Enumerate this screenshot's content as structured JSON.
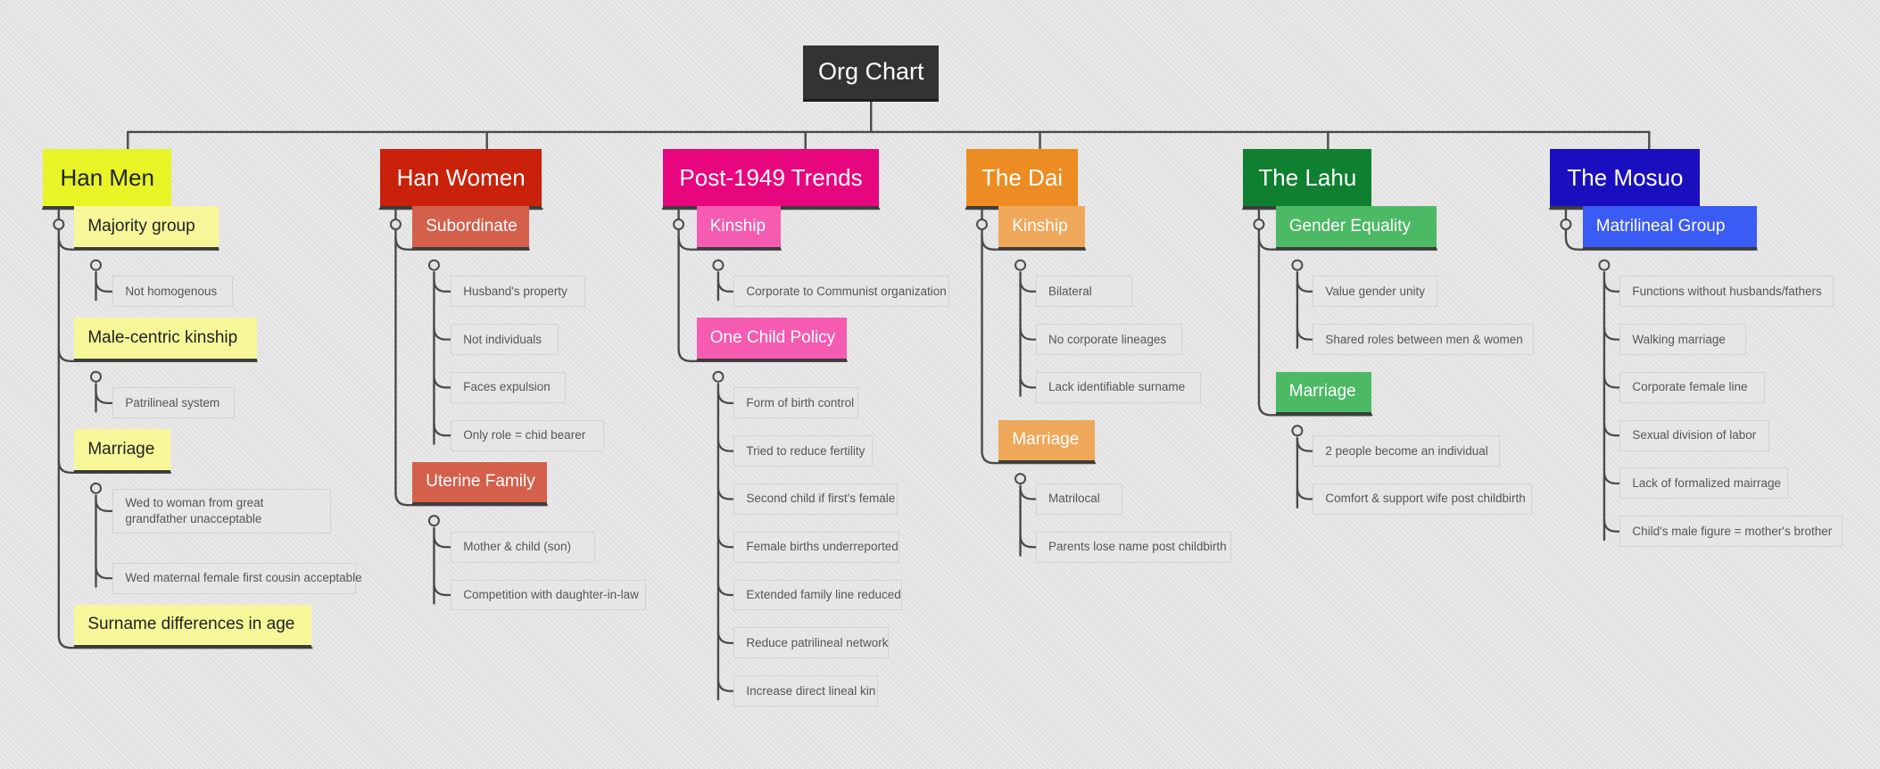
{
  "diagram": {
    "title": "Org Chart",
    "type": "mind-map",
    "background_color": "#e2e2e2",
    "connector_color": "#4a4a4a",
    "root": {
      "label": "Org Chart",
      "color": "#333333",
      "text_color": "#ffffff"
    },
    "branches": [
      {
        "id": "han-men",
        "label": "Han Men",
        "color": "#e8f425",
        "text_color": "#222222",
        "children": [
          {
            "label": "Majority group",
            "color": "#f7f79a",
            "text_color": "#222222",
            "children": [
              {
                "label": "Not homogenous"
              }
            ]
          },
          {
            "label": "Male-centric kinship",
            "color": "#f7f79a",
            "text_color": "#222222",
            "children": [
              {
                "label": "Patrilineal system"
              }
            ]
          },
          {
            "label": "Marriage",
            "color": "#f7f79a",
            "text_color": "#222222",
            "children": [
              {
                "label": "Wed to woman from great grandfather unacceptable"
              },
              {
                "label": "Wed maternal female first cousin acceptable"
              }
            ]
          },
          {
            "label": "Surname differences in age",
            "color": "#f7f79a",
            "text_color": "#222222",
            "children": []
          }
        ]
      },
      {
        "id": "han-women",
        "label": "Han Women",
        "color": "#c9210a",
        "text_color": "#ffffff",
        "children": [
          {
            "label": "Subordinate",
            "color": "#d4604c",
            "text_color": "#ffffff",
            "children": [
              {
                "label": "Husband's property"
              },
              {
                "label": "Not individuals"
              },
              {
                "label": "Faces expulsion"
              },
              {
                "label": "Only role = chid bearer"
              }
            ]
          },
          {
            "label": "Uterine Family",
            "color": "#d4604c",
            "text_color": "#ffffff",
            "children": [
              {
                "label": "Mother & child (son)"
              },
              {
                "label": "Competition with daughter-in-law"
              }
            ]
          }
        ]
      },
      {
        "id": "post-1949",
        "label": "Post-1949 Trends",
        "color": "#e8067f",
        "text_color": "#ffffff",
        "children": [
          {
            "label": "Kinship",
            "color": "#f55bb0",
            "text_color": "#ffffff",
            "children": [
              {
                "label": "Corporate to Communist organization"
              }
            ]
          },
          {
            "label": "One Child Policy",
            "color": "#f55bb0",
            "text_color": "#ffffff",
            "children": [
              {
                "label": "Form of birth control"
              },
              {
                "label": "Tried to reduce fertility"
              },
              {
                "label": "Second child if first's female"
              },
              {
                "label": "Female births underreported"
              },
              {
                "label": "Extended family line reduced"
              },
              {
                "label": "Reduce patrilineal network"
              },
              {
                "label": "Increase direct lineal kin"
              }
            ]
          }
        ]
      },
      {
        "id": "the-dai",
        "label": "The Dai",
        "color": "#ed8c22",
        "text_color": "#ffffff",
        "children": [
          {
            "label": "Kinship",
            "color": "#efa85a",
            "text_color": "#ffffff",
            "children": [
              {
                "label": "Bilateral"
              },
              {
                "label": "No corporate lineages"
              },
              {
                "label": "Lack identifiable surname"
              }
            ]
          },
          {
            "label": "Marriage",
            "color": "#efa85a",
            "text_color": "#ffffff",
            "children": [
              {
                "label": "Matrilocal"
              },
              {
                "label": "Parents lose name post childbirth"
              }
            ]
          }
        ]
      },
      {
        "id": "the-lahu",
        "label": "The Lahu",
        "color": "#0f8030",
        "text_color": "#ffffff",
        "children": [
          {
            "label": "Gender Equality",
            "color": "#4cb964",
            "text_color": "#ffffff",
            "children": [
              {
                "label": "Value gender unity"
              },
              {
                "label": "Shared roles between men & women"
              }
            ]
          },
          {
            "label": "Marriage",
            "color": "#4cb964",
            "text_color": "#ffffff",
            "children": [
              {
                "label": "2 people become an individual"
              },
              {
                "label": "Comfort & support wife post childbirth"
              }
            ]
          }
        ]
      },
      {
        "id": "the-mosuo",
        "label": "The Mosuo",
        "color": "#1a0fbf",
        "text_color": "#ffffff",
        "children": [
          {
            "label": "Matrilineal Group",
            "color": "#3b5bf5",
            "text_color": "#ffffff",
            "children": [
              {
                "label": "Functions without husbands/fathers"
              },
              {
                "label": "Walking marriage"
              },
              {
                "label": "Corporate female line"
              },
              {
                "label": "Sexual division of labor"
              },
              {
                "label": "Lack of formalized mairrage"
              },
              {
                "label": "Child's male figure = mother's brother"
              }
            ]
          }
        ]
      }
    ]
  }
}
